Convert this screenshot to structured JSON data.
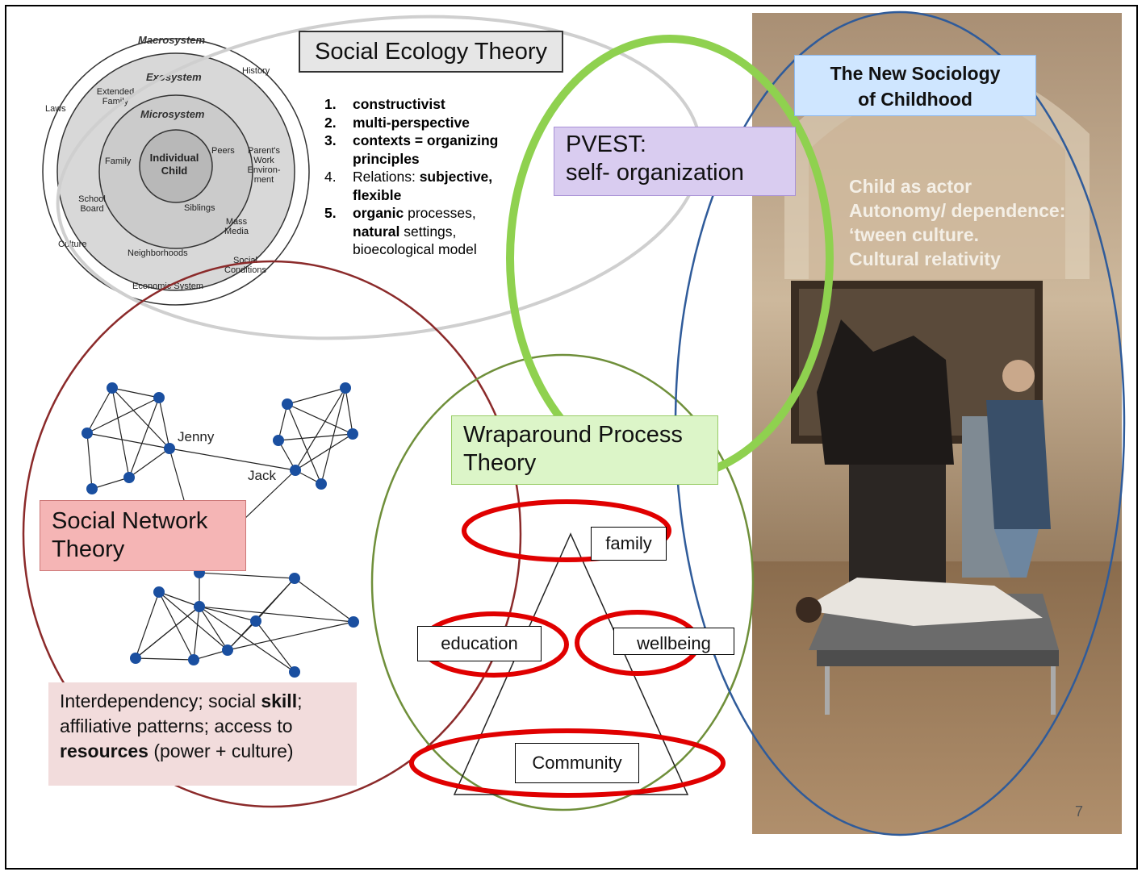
{
  "ecology": {
    "title": "Social Ecology Theory",
    "levels": {
      "macro": "Macrosystem",
      "exo": "Exosystem",
      "micro": "Microsystem",
      "center": "Individual Child"
    },
    "labels": {
      "history": "History",
      "extended_family": "Extended Family",
      "laws": "Laws",
      "peers": "Peers",
      "family": "Family",
      "parents_work": "Parent's Work Environ- ment",
      "school_board": "School Board",
      "siblings": "Siblings",
      "mass_media": "Mass Media",
      "culture": "Culture",
      "neighborhoods": "Neighborhoods",
      "social_conditions": "Social Conditions",
      "economic_system": "Economic System"
    },
    "list": [
      {
        "num": "1.",
        "parts": [
          {
            "t": "constructivist",
            "b": true
          }
        ]
      },
      {
        "num": "2.",
        "parts": [
          {
            "t": "multi-perspective",
            "b": true
          }
        ]
      },
      {
        "num": "3.",
        "parts": [
          {
            "t": "contexts = organizing principles",
            "b": true
          }
        ]
      },
      {
        "num": "4.",
        "parts": [
          {
            "t": "Relations: ",
            "b": false
          },
          {
            "t": "subjective, flexible",
            "b": true
          }
        ]
      },
      {
        "num": "5.",
        "parts": [
          {
            "t": "organic",
            "b": true
          },
          {
            "t": " processes, ",
            "b": false
          },
          {
            "t": "natural",
            "b": true
          },
          {
            "t": " settings, bioecological model",
            "b": false
          }
        ]
      }
    ]
  },
  "pvest": {
    "line1": "PVEST:",
    "line2": "self-  organization"
  },
  "new_sociology": {
    "title_line1": "The New Sociology",
    "title_line2": "of Childhood",
    "points": [
      "Child as actor",
      "Autonomy/ dependence:",
      "‘tween culture.",
      "Cultural relativity"
    ]
  },
  "network": {
    "title_line1": "Social Network",
    "title_line2": "Theory",
    "jenny": "Jenny",
    "jack": "Jack",
    "desc_parts": [
      {
        "t": "Interdependency; social ",
        "b": false
      },
      {
        "t": "skill",
        "b": true
      },
      {
        "t": "; affiliative patterns; access to ",
        "b": false
      },
      {
        "t": "resources",
        "b": true
      },
      {
        "t": "  (power +  culture)",
        "b": false
      }
    ]
  },
  "wraparound": {
    "title_line1": "Wraparound Process",
    "title_line2": "Theory",
    "family": "family",
    "education": "education",
    "wellbeing": "wellbeing",
    "community": "Community"
  },
  "page_number": "7",
  "colors": {
    "ecology_ellipse": "#cfcfcf",
    "pvest_ellipse": "#8fd14f",
    "network_ellipse": "#8b2a2a",
    "wraparound_ellipse": "#6f8f3a",
    "sociology_ellipse": "#2f5b9a",
    "highlight": "#e00000",
    "node": "#1a4fa0"
  }
}
